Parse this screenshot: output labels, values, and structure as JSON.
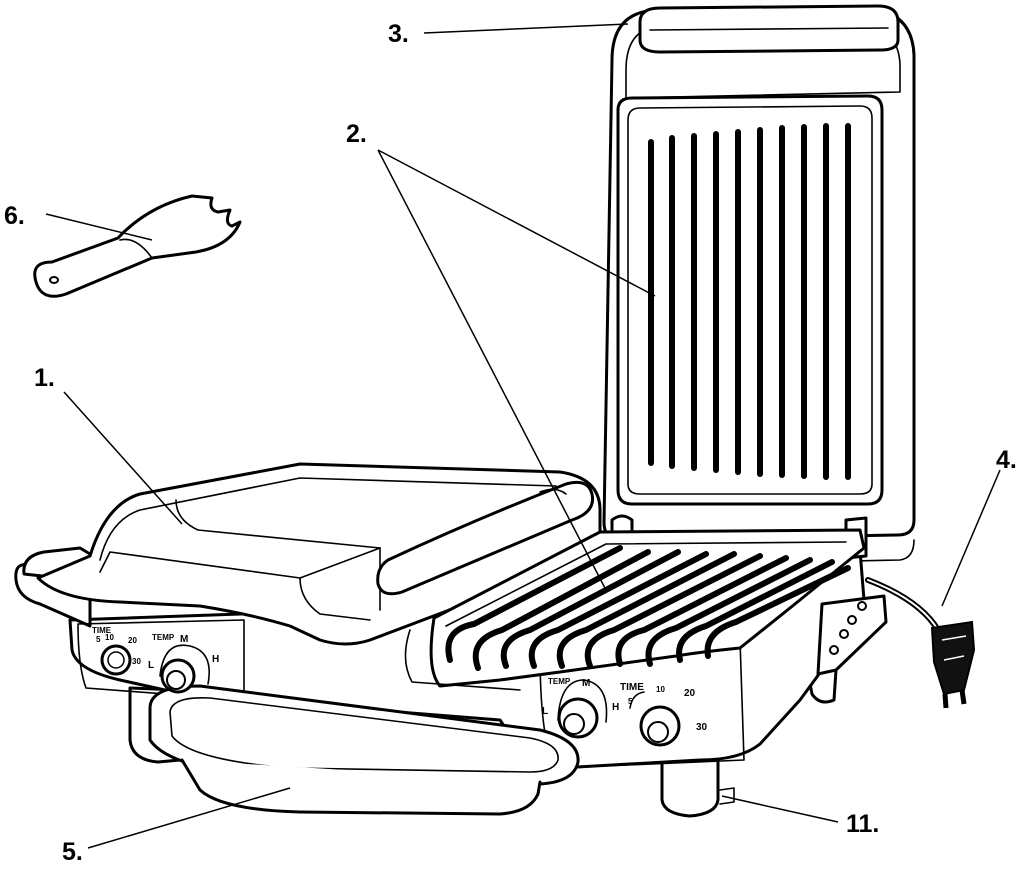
{
  "callouts": {
    "c1": "1.",
    "c2": "2.",
    "c3": "3.",
    "c4": "4.",
    "c5": "5.",
    "c6": "6.",
    "c11": "11."
  },
  "left_controls": {
    "time_label": "TIME",
    "time_ticks": [
      "5",
      "10",
      "20",
      "30"
    ],
    "temp_label": "TEMP",
    "temp_marks": [
      "L",
      "M",
      "H"
    ]
  },
  "right_controls": {
    "time_label": "TIME",
    "time_ticks": [
      "5",
      "10",
      "20",
      "30"
    ],
    "temp_label": "TEMP",
    "temp_marks": [
      "L",
      "M",
      "H"
    ]
  }
}
